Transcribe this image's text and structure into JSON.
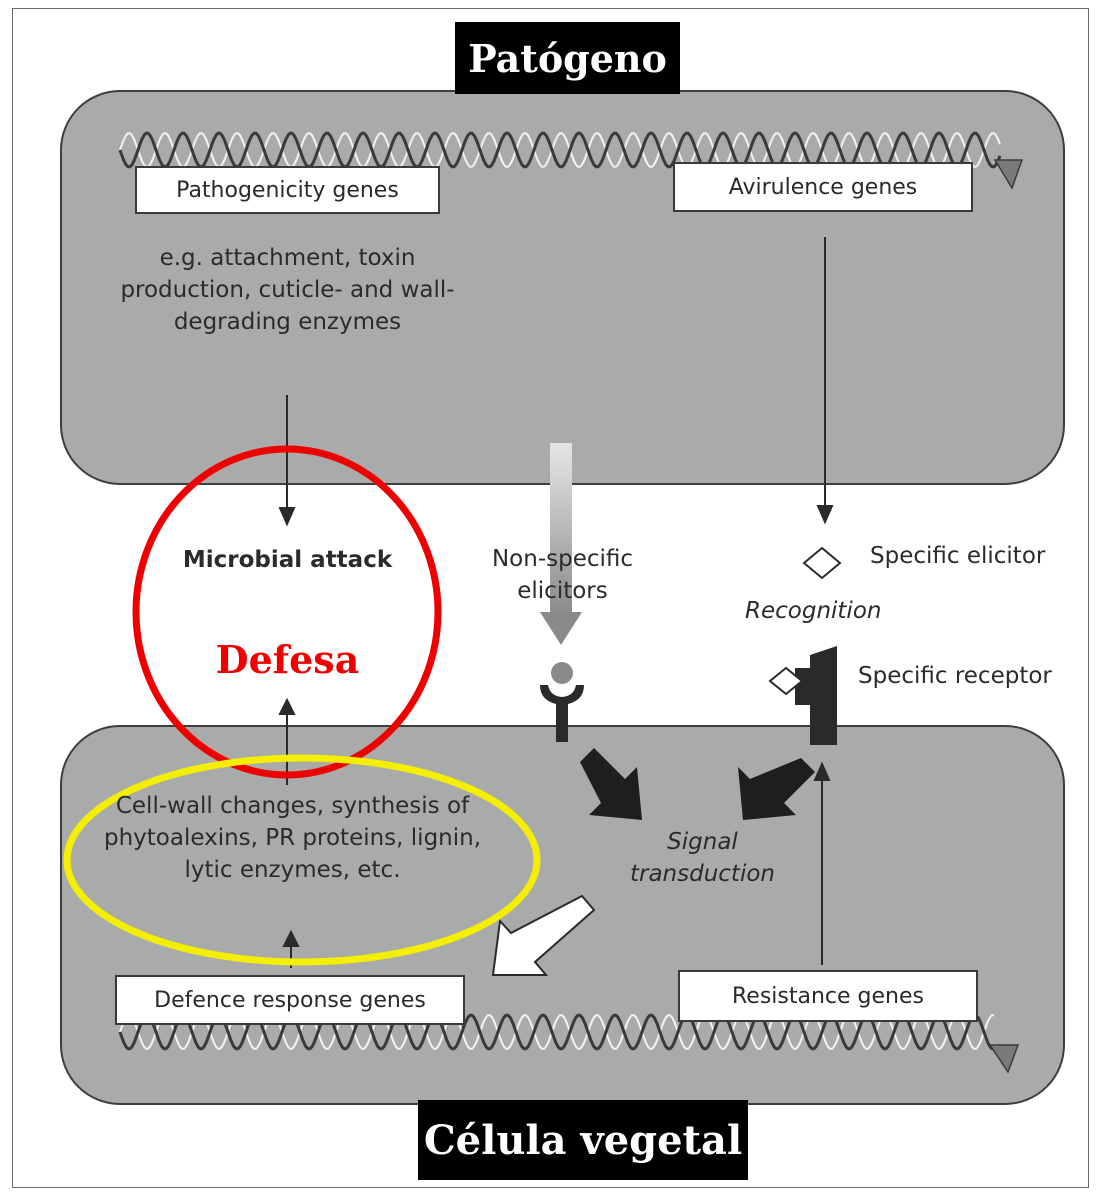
{
  "titles": {
    "pathogen": "Patógeno",
    "plant_cell": "Célula vegetal"
  },
  "genes": {
    "pathogenicity": "Pathogenicity genes",
    "avirulence": "Avirulence genes",
    "defence_response": "Defence response genes",
    "resistance": "Resistance genes"
  },
  "labels": {
    "pathogenicity_examples": "e.g. attachment, toxin production, cuticle- and wall-degrading enzymes",
    "microbial_attack": "Microbial attack",
    "non_specific_elicitors": "Non-specific elicitors",
    "specific_elicitor": "Specific elicitor",
    "recognition": "Recognition",
    "specific_receptor": "Specific receptor",
    "defence_products": "Cell-wall changes, synthesis of phytoalexins, PR proteins, lignin, lytic enzymes, etc.",
    "signal_transduction": "Signal transduction"
  },
  "annotations": {
    "defense": "Defesa"
  },
  "colors": {
    "cell_fill": "#a9abab",
    "highlight_red": "#ef0000",
    "highlight_yellow": "#f4ee00"
  }
}
